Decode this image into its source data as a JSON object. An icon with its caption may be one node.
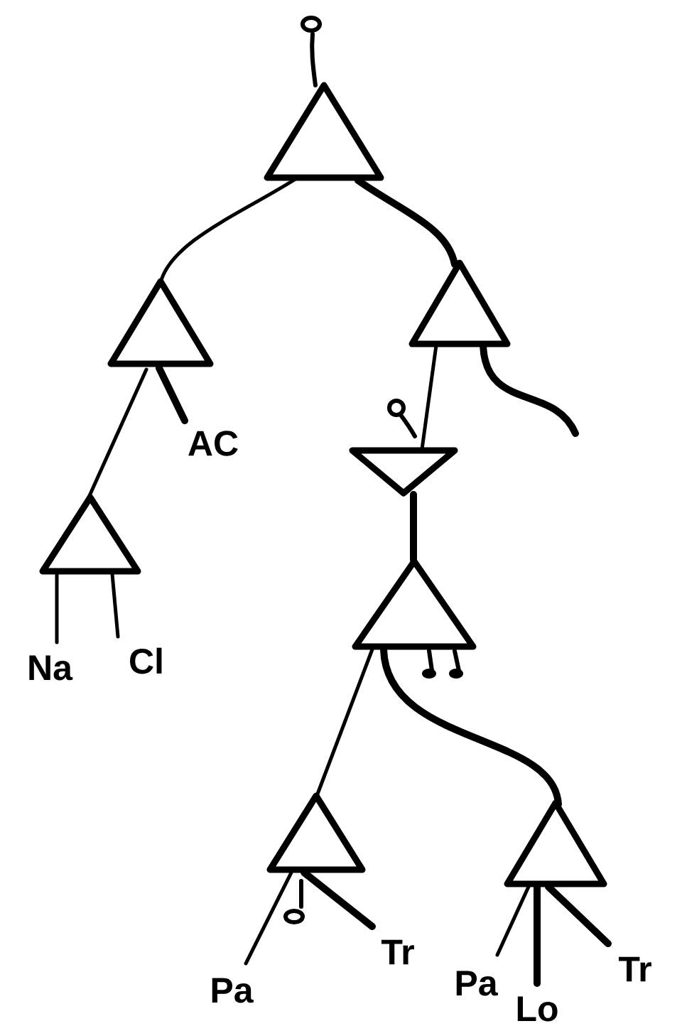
{
  "diagram": {
    "nodes": [
      {
        "text": [],
        "shape": "triangle"
      },
      {
        "text": [],
        "shape": "triangle"
      },
      {
        "text": [],
        "shape": "triangle"
      },
      {
        "text": [
          "AC"
        ]
      },
      {
        "text": [],
        "shape": "triangle"
      },
      {
        "text": [
          "Na"
        ]
      },
      {
        "text": [
          "Cl"
        ]
      },
      {
        "text": [],
        "shape": "triangle"
      },
      {
        "text": [],
        "shape": "triangle"
      },
      {
        "text": [],
        "shape": "triangle"
      },
      {
        "text": [],
        "shape": "triangle"
      },
      {
        "text": [
          "Pa"
        ]
      },
      {
        "text": [
          "Tr"
        ]
      },
      {
        "text": [
          "Pa"
        ]
      },
      {
        "text": [
          "Lo"
        ]
      },
      {
        "text": [
          "Tr"
        ]
      }
    ],
    "edges": [
      {
        "from": 0,
        "to": 1,
        "arrow": "none"
      },
      {
        "from": 0,
        "to": 2,
        "arrow": "none",
        "style": "thick"
      },
      {
        "from": 1,
        "to": 3,
        "arrow": "none",
        "style": "thick"
      },
      {
        "from": 1,
        "to": 4,
        "arrow": "none"
      },
      {
        "from": 4,
        "to": 5,
        "arrow": "none"
      },
      {
        "from": 4,
        "to": 6,
        "arrow": "none"
      },
      {
        "from": 2,
        "to": 7,
        "arrow": "none"
      },
      {
        "from": 2,
        "to": null,
        "arrow": "none",
        "style": "thick"
      },
      {
        "from": 7,
        "to": 8,
        "arrow": "none",
        "style": "thick"
      },
      {
        "from": 8,
        "to": 9,
        "arrow": "none"
      },
      {
        "from": 8,
        "to": 10,
        "arrow": "none",
        "style": "thick"
      },
      {
        "from": 9,
        "to": 11,
        "arrow": "none"
      },
      {
        "from": 9,
        "to": 12,
        "arrow": "none",
        "style": "thick"
      },
      {
        "from": 10,
        "to": 13,
        "arrow": "none"
      },
      {
        "from": 10,
        "to": 14,
        "arrow": "none",
        "style": "thick"
      },
      {
        "from": 10,
        "to": 15,
        "arrow": "none",
        "style": "thick"
      }
    ]
  }
}
